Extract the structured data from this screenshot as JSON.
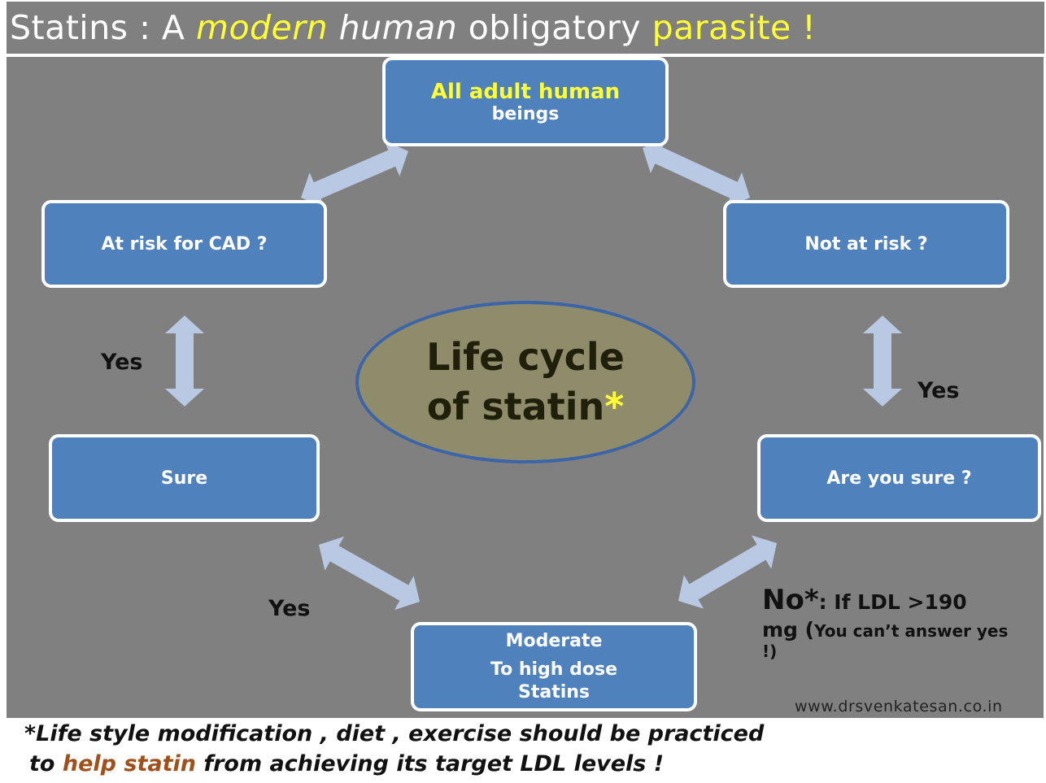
{
  "title": {
    "part1": "Statins : A ",
    "part2": "modern",
    "part3": " human",
    "part4": " obligatory ",
    "part5": "parasite !"
  },
  "nodes": {
    "top": {
      "line1": "All adult human",
      "line2": "beings"
    },
    "left": {
      "label": "At risk for CAD ?"
    },
    "right": {
      "label": "Not at risk ?"
    },
    "sure": {
      "label": "Sure"
    },
    "are_you_sure": {
      "label": "Are you sure ?"
    },
    "bottom": {
      "line1": "Moderate",
      "line2": "To high  dose",
      "line3": "Statins"
    }
  },
  "center": {
    "line1": "Life cycle",
    "line2": "of statin",
    "star": "*"
  },
  "edge_labels": {
    "left_vertical": "Yes",
    "right_vertical": "Yes",
    "bottom_left": "Yes"
  },
  "note": {
    "no": "No*",
    "condition": ": If LDL >190",
    "unit": "mg (",
    "aside": "You can’t answer yes !)"
  },
  "website": "www.drsvenkatesan.co.in",
  "footnote": {
    "line1": "*Life style modification , diet , exercise should be  practiced",
    "line2_pre": "to ",
    "line2_highlight": "help statin",
    "line2_post": " from achieving its target LDL levels !"
  },
  "colors": {
    "background": "#808080",
    "box_fill": "#4f81bd",
    "arrow_fill": "#b9c9e3",
    "highlight_yellow": "#ffff33",
    "ellipse_fill": "#8e8c6b",
    "ellipse_border": "#3c64a8",
    "footnote_highlight": "#a0501a"
  }
}
